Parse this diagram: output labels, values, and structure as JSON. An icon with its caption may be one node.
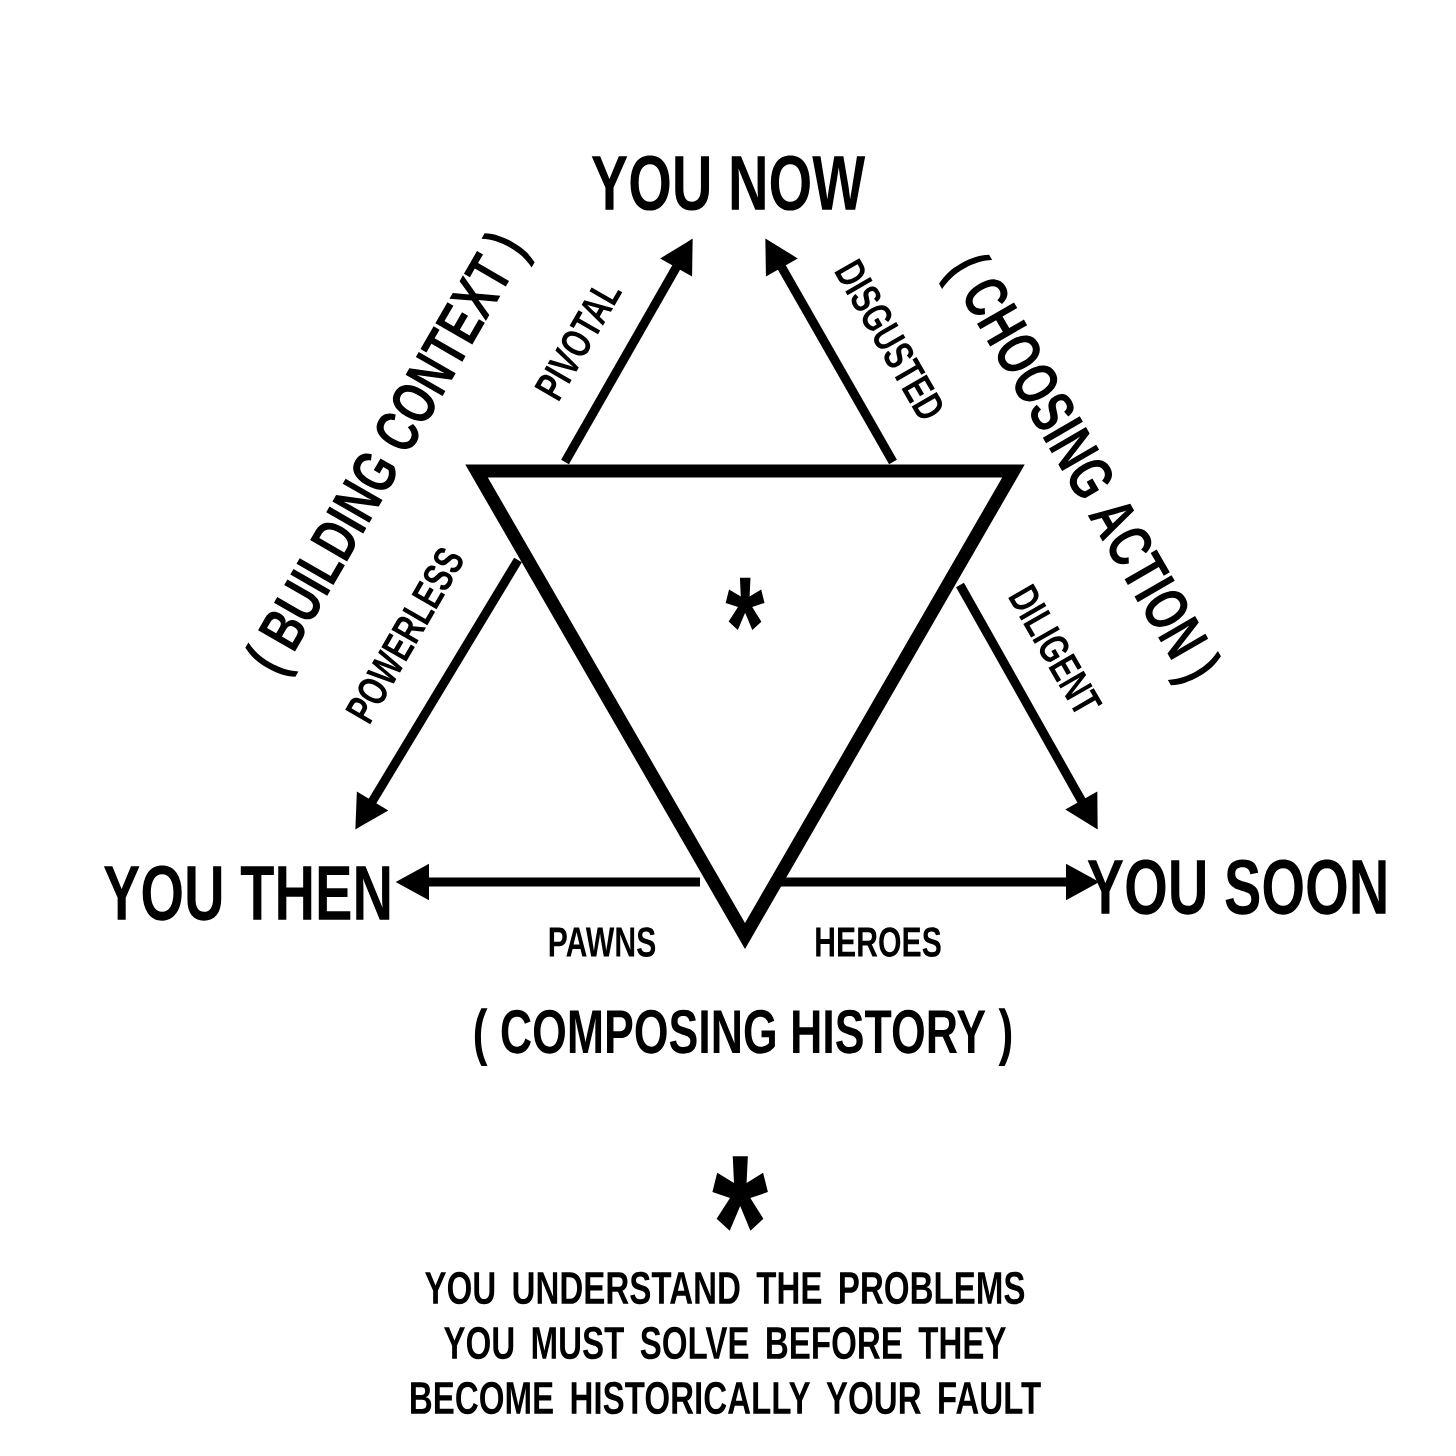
{
  "diagram": {
    "nodes": [
      {
        "text": [
          "YOU NOW"
        ]
      },
      {
        "text": [
          "YOU THEN"
        ]
      },
      {
        "text": [
          "YOU SOON"
        ]
      },
      {
        "text": [
          "*"
        ]
      }
    ],
    "edges": [
      {
        "from": 3,
        "to": 0,
        "arrow": "to",
        "label": "PIVOTAL"
      },
      {
        "from": 3,
        "to": 0,
        "arrow": "to",
        "label": "DISGUSTED"
      },
      {
        "from": 3,
        "to": 1,
        "arrow": "to",
        "label": "POWERLESS"
      },
      {
        "from": 3,
        "to": 2,
        "arrow": "to",
        "label": "DILIGENT"
      },
      {
        "from": 3,
        "to": 1,
        "arrow": "to",
        "label": "PAWNS"
      },
      {
        "from": 3,
        "to": 2,
        "arrow": "to",
        "label": "HEROES"
      }
    ],
    "labels": [
      "( BUILDING CONTEXT )",
      "( CHOOSING ACTION )",
      "( COMPOSING HISTORY )",
      "*",
      "YOU UNDERSTAND THE PROBLEMS YOU MUST SOLVE BEFORE THEY BECOME HISTORICALLY YOUR FAULT"
    ]
  }
}
